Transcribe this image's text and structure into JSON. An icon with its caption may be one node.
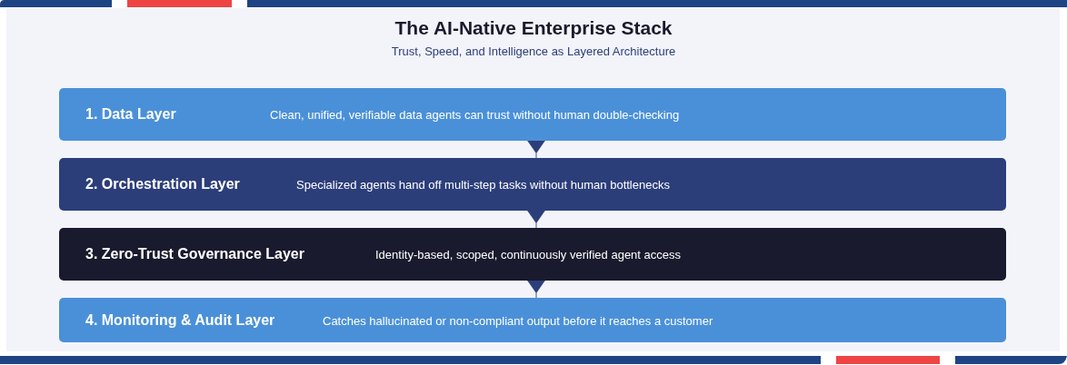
{
  "diagram": {
    "title": "The AI-Native Enterprise Stack",
    "caption": "Trust, Speed, and Intelligence as Layered Architecture",
    "nodes": [
      {
        "text": [
          "1. Data Layer",
          "Clean, unified, verifiable data agents can trust without human double-checking"
        ]
      },
      {
        "text": [
          "2. Orchestration Layer",
          "Specialized agents hand off multi-step tasks without human bottlenecks"
        ]
      },
      {
        "text": [
          "3. Zero-Trust Governance Layer",
          "Identity-based, scoped, continuously verified agent access"
        ]
      },
      {
        "text": [
          "4. Monitoring & Audit Layer",
          "Catches hallucinated or non-compliant output before it reaches a customer"
        ]
      }
    ],
    "edges": [
      {
        "from": 0,
        "to": 1,
        "arrow": "to"
      },
      {
        "from": 1,
        "to": 2,
        "arrow": "to"
      },
      {
        "from": 2,
        "to": 3,
        "arrow": "to"
      }
    ]
  }
}
